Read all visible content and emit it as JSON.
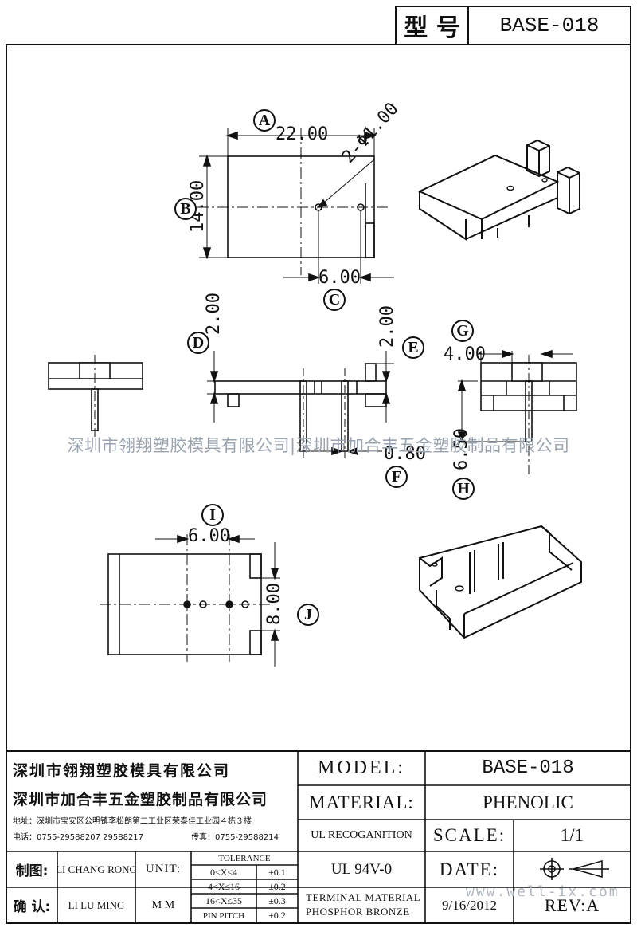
{
  "header": {
    "model_label_cn": "型 号",
    "model_value": "BASE-018"
  },
  "dimensions": {
    "a_width": "22.00",
    "hole_note": "2-Φ1.00",
    "b_height": "14.00",
    "c_pitch": "6.00",
    "d_height": "2.00",
    "e_height": "2.00",
    "f_pin": "0.80",
    "g_width": "4.00",
    "h_length": "6.50",
    "i_pitch": "6.00",
    "j_height": "8.00"
  },
  "callouts": [
    "A",
    "B",
    "C",
    "D",
    "E",
    "F",
    "G",
    "H",
    "I",
    "J"
  ],
  "watermark": "深圳市翎翔塑胶模具有限公司|深圳市加合丰五金塑胶制品有限公司",
  "watermark_url": "www.well-ix.com",
  "title_block": {
    "company1": "深圳市翎翔塑胶模具有限公司",
    "company2": "深圳市加合丰五金塑胶制品有限公司",
    "address": "地址：深圳市宝安区公明镇李松朗第二工业区荣泰佳工业园４栋３楼",
    "phone": "电话：0755-29588207  29588217",
    "fax": "传真：0755-29588214",
    "drawn_label": "制图:",
    "drawn_by": "LI CHANG RONG",
    "checked_label": "确 认:",
    "checked_by": "LI LU MING",
    "unit_label": "UNIT:",
    "unit_value": "M M",
    "tolerance_title": "TOLERANCE",
    "tolerances": [
      {
        "range": "0<X≤4",
        "tol": "±0.1"
      },
      {
        "range": "4<X≤16",
        "tol": "±0.2"
      },
      {
        "range": "16<X≤35",
        "tol": "±0.3"
      },
      {
        "range": "PIN PITCH",
        "tol": "±0.2"
      }
    ],
    "model_label": "MODEL:",
    "model_value": "BASE-018",
    "material_label": "MATERIAL:",
    "material_value": "PHENOLIC",
    "ul_recognition": "UL RECOGANITION",
    "scale_label": "SCALE:",
    "scale_value": "1/1",
    "ul_grade": "UL 94V-0",
    "date_label": "DATE:",
    "terminal_line1": "TERMINAL MATERIAL",
    "terminal_line2": "PHOSPHOR  BRONZE",
    "date_value": "9/16/2012",
    "rev_label": "REV:A"
  }
}
